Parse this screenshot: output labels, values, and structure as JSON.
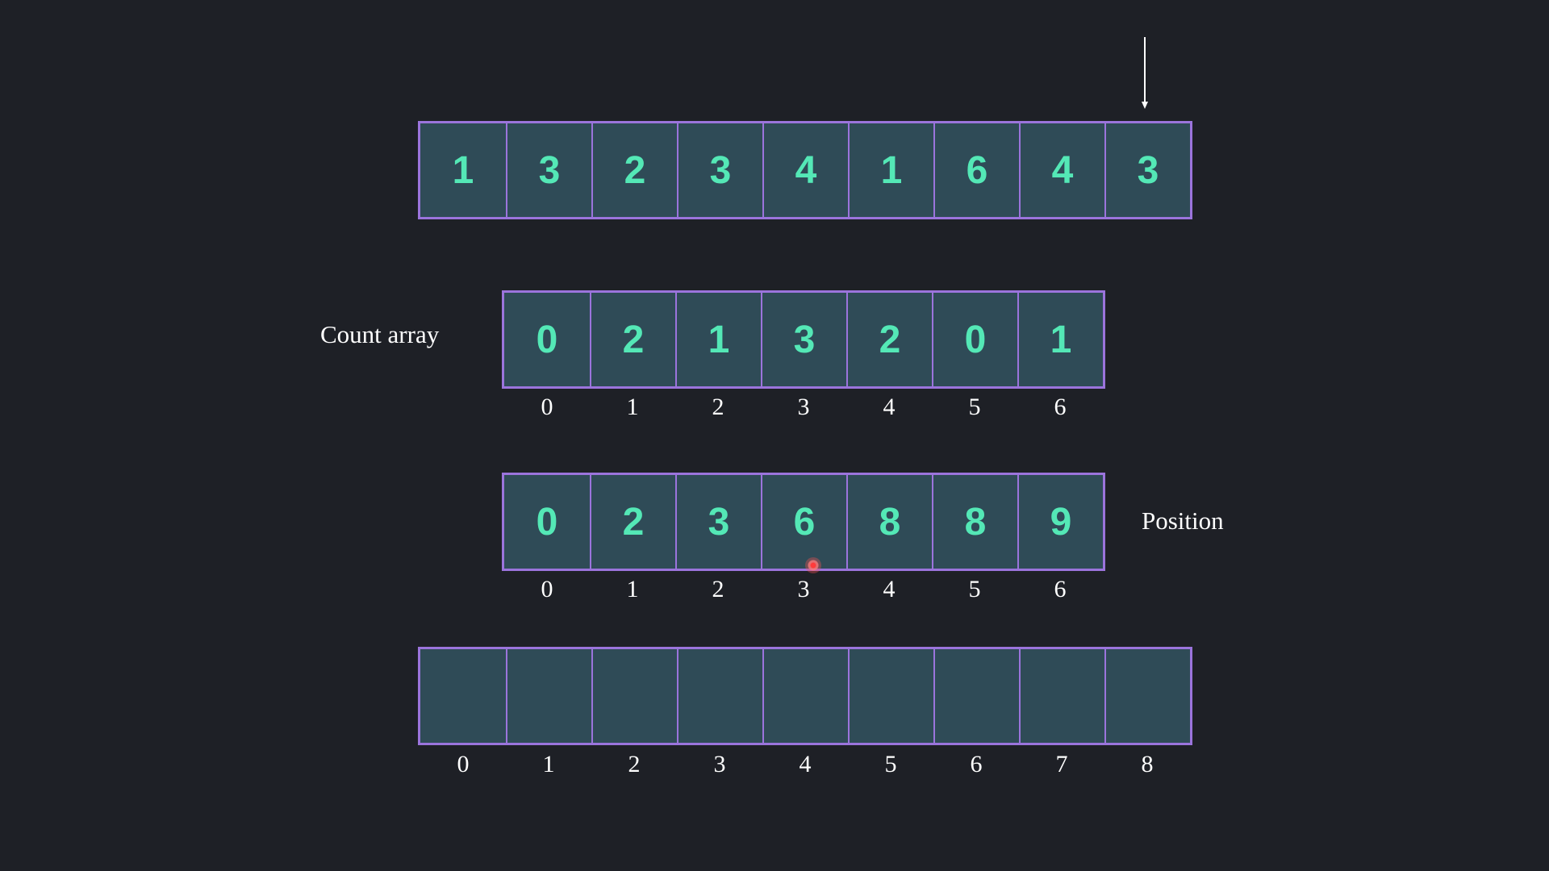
{
  "input_array": {
    "values": [
      "1",
      "3",
      "2",
      "3",
      "4",
      "1",
      "6",
      "4",
      "3"
    ]
  },
  "count_array": {
    "label": "Count array",
    "values": [
      "0",
      "2",
      "1",
      "3",
      "2",
      "0",
      "1"
    ],
    "indices": [
      "0",
      "1",
      "2",
      "3",
      "4",
      "5",
      "6"
    ]
  },
  "position_array": {
    "label": "Position",
    "values": [
      "0",
      "2",
      "3",
      "6",
      "8",
      "8",
      "9"
    ],
    "indices": [
      "0",
      "1",
      "2",
      "3",
      "4",
      "5",
      "6"
    ]
  },
  "output_array": {
    "values": [
      "",
      "",
      "",
      "",
      "",
      "",
      "",
      "",
      ""
    ],
    "indices": [
      "0",
      "1",
      "2",
      "3",
      "4",
      "5",
      "6",
      "7",
      "8"
    ]
  },
  "pointer": {
    "target_index": 8,
    "icon": "down-arrow-icon"
  },
  "colors": {
    "background": "#1e2026",
    "cell_fill": "#2f4b57",
    "cell_border": "#9b74dc",
    "cell_text": "#54e8b6",
    "index_text": "#ffffff"
  }
}
